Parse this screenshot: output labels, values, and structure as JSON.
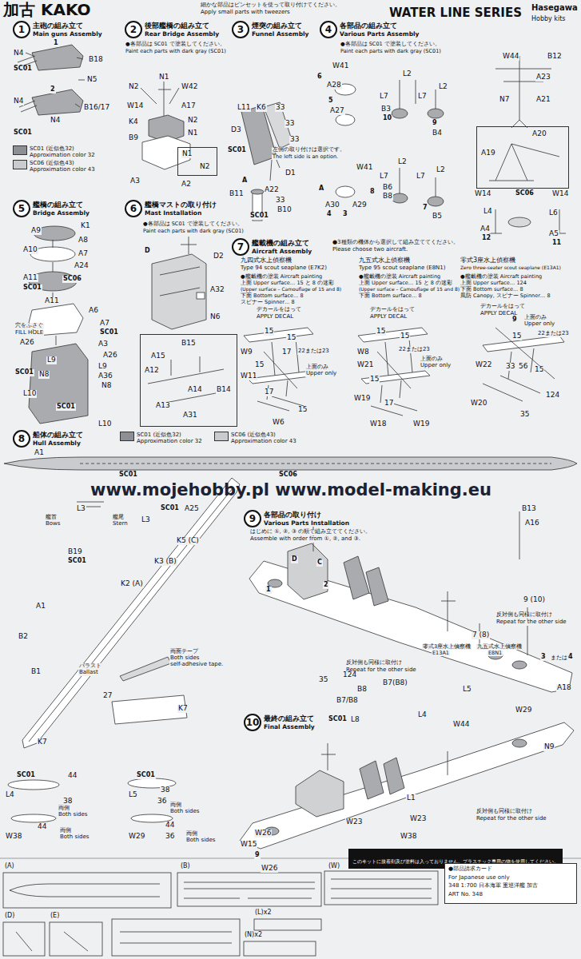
{
  "diagram": {
    "title": "加古 KAKO",
    "nodes": [
      {
        "text": [
          "1",
          "主砲の組み立て",
          "Main guns Assembly"
        ]
      },
      {
        "text": [
          "2",
          "後部艦橋の組み立て",
          "Rear Bridge Assembly"
        ]
      },
      {
        "text": [
          "N1",
          "N2"
        ]
      },
      {
        "text": [
          "3",
          "煙突の組み立て",
          "Funnel Assembly"
        ]
      },
      {
        "text": [
          "4",
          "各部品の組み立て",
          "Various Parts Assembly"
        ]
      },
      {
        "text": [
          "A20",
          "A19"
        ]
      },
      {
        "text": [
          "5",
          "艦橋の組み立て",
          "Bridge Assembly"
        ]
      },
      {
        "text": [
          "6",
          "艦橋マストの取り付け",
          "Mast Installation"
        ]
      },
      {
        "text": [
          "B15",
          "A15",
          "A12",
          "A14",
          "B14",
          "A13",
          "A31"
        ]
      },
      {
        "text": [
          "7",
          "艦載機の組み立て",
          "Aircraft Assembly"
        ]
      },
      {
        "text": [
          "8",
          "船体の組み立て",
          "Hull Assembly"
        ]
      },
      {
        "text": [
          "9",
          "各部品の取り付け",
          "Various Parts Installation"
        ]
      },
      {
        "text": [
          "10",
          "最終の組み立て",
          "Final Assembly"
        ]
      },
      {
        "text": [
          "このキットに接着剤及び塗料は入っておりません。プラスチック専用の物を使用してください。"
        ]
      },
      {
        "text": [
          "●部品請求カード",
          "For Japanese use only",
          "348 1:700 日本海軍 重巡洋艦 加古",
          "ART No. 348"
        ]
      }
    ],
    "labels": [
      "細かな部品はピンセットを使って取り付けてください。",
      "Apply small parts with tweezers",
      "WATER LINE SERIES",
      "Hasegawa",
      "Hobby kits",
      "1",
      "N4",
      "B18",
      "SC01",
      "N5",
      "2",
      "N4",
      "B16/17",
      "N4",
      "SC01",
      "●各部品は SC01 で塗装してください。",
      "Paint each parts with dark gray (SC01)",
      "N2",
      "N1",
      "W42",
      "W14",
      "A17",
      "K4",
      "N2",
      "B9",
      "N1",
      "A3",
      "A2",
      "L11",
      "K6",
      "33",
      "D3",
      "33",
      "33",
      "SC01",
      "左側の取り付けは選択です。",
      "The left side is an option.",
      "D1",
      "A",
      "B11",
      "A22",
      "33",
      "B10",
      "SC01",
      "●各部品は SC01 で塗装してください。",
      "Paint each parts with dark gray (SC01)",
      "W41",
      "6",
      "A28",
      "5",
      "A27",
      "L2",
      "L7",
      "L7",
      "L2",
      "B3",
      "10",
      "9",
      "B4",
      "W44",
      "B12",
      "A23",
      "N7",
      "A21",
      "W41",
      "L2",
      "L7",
      "L7",
      "L2",
      "8",
      "B6",
      "B8",
      "A",
      "A30",
      "4",
      "A29",
      "3",
      "7",
      "B5",
      "W14",
      "SC06",
      "W14",
      "L4",
      "L6",
      "A4",
      "12",
      "A5",
      "11",
      "A9",
      "K1",
      "A8",
      "A10",
      "A7",
      "A24",
      "A11",
      "SC01",
      "SC06",
      "A11",
      "A6",
      "A7",
      "SC01",
      "穴をふさぐ",
      "FILL HOLE",
      "A26",
      "A3",
      "A26",
      "L9",
      "L9",
      "N8",
      "A36",
      "SC01",
      "N8",
      "L10",
      "SC01",
      "L10",
      "●各部品は SC01 で塗装してください。",
      "Paint each parts with dark gray (SC01)",
      "D",
      "D2",
      "A32",
      "N6",
      "●3種類の機体から選択して組み立ててください。",
      "Please choose two aircraft.",
      "九四式水上偵察機",
      "Type 94 scout seaplane (E7K2)",
      "●艦載機の塗装 Aircraft painting",
      "上面 Upper surface… 15 と 8 の迷彩",
      "(Upper surface – Camouflage of 15 and 8)",
      "下面 Bottom surface… 8",
      "スピナー Spinner… 8",
      "九五式水上偵察機",
      "Type 95 scout seaplane (E8N1)",
      "●艦載機の塗装 Aircraft painting",
      "上面 Upper surface… 15 と 8 の迷彩",
      "(Upper surface – Camouflage of 15 and 8)",
      "下面 Bottom surface… 8",
      "零式3座水上偵察機",
      "Zero three-seater scout seaplane (E13A1)",
      "●艦載機の塗装 Aircraft painting",
      "上面 Upper surface… 124",
      "下面 Bottom surface… 8",
      "風防 Canopy, スピナー Spinner… 8",
      "デカールをはって",
      "APPLY DECAL",
      "デカールをはって",
      "APPLY DECAL",
      "デカールをはって",
      "APPLY DECAL",
      "15",
      "15",
      "W9",
      "17",
      "22または23",
      "15",
      "上面のみ",
      "Upper only",
      "W11",
      "17",
      "15",
      "W6",
      "15",
      "15",
      "W8",
      "22または23",
      "W21",
      "上面のみ",
      "Upper only",
      "15",
      "W19",
      "17",
      "W18",
      "W19",
      "9",
      "上面のみ",
      "Upper only",
      "22または23",
      "15",
      "W22",
      "33",
      "56",
      "15",
      "W20",
      "124",
      "35",
      "www.mojehobby.pl www.model-making.eu",
      "A1",
      "SC01",
      "SC06",
      "L3",
      "艦首",
      "Bows",
      "艦尾",
      "Stern",
      "L3",
      "SC01",
      "A25",
      "B19",
      "SC01",
      "K5 (C)",
      "K3 (B)",
      "K2 (A)",
      "A1",
      "B2",
      "両面テープ",
      "Both sides",
      "self-adhesive tape.",
      "バラスト",
      "Ballast",
      "B1",
      "27",
      "K7",
      "K7",
      "SC01",
      "44",
      "L4",
      "38",
      "両側",
      "Both sides",
      "SC01",
      "L5",
      "38",
      "36",
      "両側",
      "Both sides",
      "44",
      "W38",
      "両側",
      "Both sides",
      "44",
      "W29",
      "36",
      "両側",
      "Both sides",
      "はじめに ①, ②, ③ の順で組み立ててください。",
      "Assemble with order from ①, ②, and ③.",
      "D",
      "C",
      "1",
      "2",
      "B13",
      "A16",
      "9 (10)",
      "反対側も同様に取付け",
      "Repeat for the other side",
      "7 (8)",
      "零式3座水上偵察機",
      "E13A1",
      "九五式水上偵察機",
      "E8N1",
      "3",
      "または",
      "4",
      "反対側も同様に取付け",
      "Repeat for the other side",
      "124",
      "35",
      "B7(B8)",
      "B8",
      "B7/B8",
      "L4",
      "L5",
      "W44",
      "W29",
      "A18",
      "SC01",
      "L8",
      "N9",
      "L1",
      "反対側も同様に取付け",
      "Repeat for the other side",
      "W23",
      "W23",
      "W38",
      "W26",
      "W15",
      "9",
      "W26",
      "(A)",
      "(B)",
      "(W)",
      "(D)",
      "(E)",
      "(L)x2",
      "(N)x2"
    ],
    "legend": [
      {
        "text": "SC01 (近似色32) Approximation color 32",
        "color": "#8c8f93"
      },
      {
        "text": "SC06 (近似色43) Approximation color 43",
        "color": "#c9cbce"
      },
      {
        "text": "SC01 (近似色32) Approximation color 32",
        "color": "#8c8f93"
      },
      {
        "text": "SC06 (近似色43) Approximation color 43",
        "color": "#c9cbce"
      }
    ]
  }
}
